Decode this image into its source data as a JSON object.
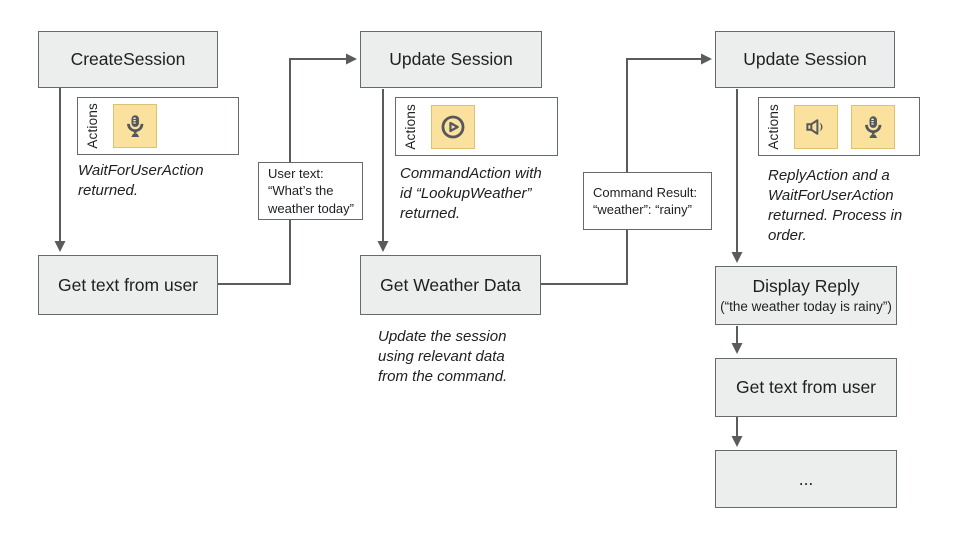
{
  "palette": {
    "step_fill": "#eceded",
    "border_gray": "#646a6e",
    "connector_line": "#595b5d",
    "icon_background": "#fae29e",
    "icon_border": "#dfc172",
    "icon_glyph": "#54575b",
    "text": "#1d1f21"
  },
  "flow": {
    "col1": {
      "step_top": "CreateSession",
      "actions_label": "Actions",
      "icons": [
        "microphone-icon"
      ],
      "annotation": "WaitForUserAction\nreturned.",
      "step_bottom": "Get text from user"
    },
    "edge1_label": "User text:\n“What’s the\nweather today”",
    "col2": {
      "step_top": "Update Session",
      "actions_label": "Actions",
      "icons": [
        "play-icon"
      ],
      "annotation": "CommandAction with\nid “LookupWeather”\nreturned.",
      "step_bottom": "Get Weather Data",
      "note": "Update the session\nusing relevant data\nfrom the command."
    },
    "edge2_label": "Command Result:\n“weather”: “rainy”",
    "col3": {
      "step_top": "Update Session",
      "actions_label": "Actions",
      "icons": [
        "speaker-icon",
        "microphone-icon"
      ],
      "annotation": "ReplyAction and a\nWaitForUserAction\nreturned. Process in\norder.",
      "reply_title": "Display Reply",
      "reply_subtitle": "(“the weather today is rainy”)",
      "step_mid": "Get text from user",
      "step_last": "..."
    }
  }
}
